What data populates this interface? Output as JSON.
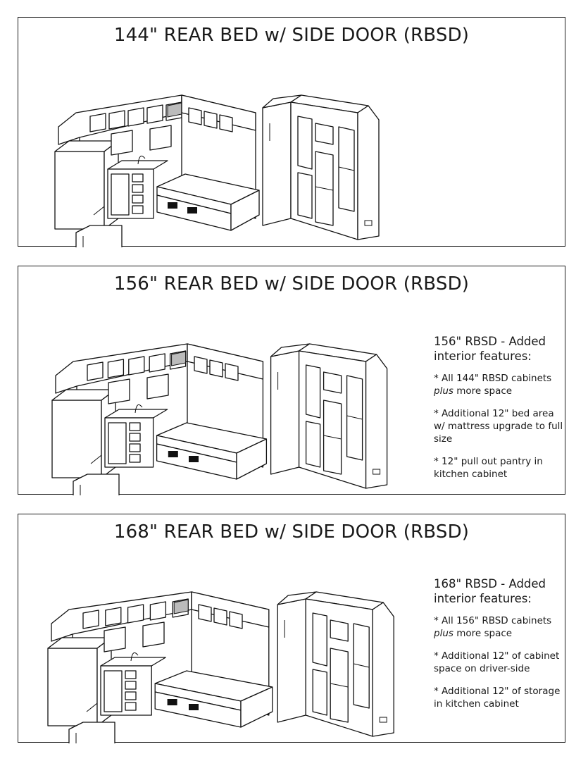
{
  "panels": [
    {
      "title": "144\" REAR BED w/ SIDE DOOR (RBSD)"
    },
    {
      "title": "156\" REAR BED w/ SIDE DOOR (RBSD)",
      "features_title": "156\" RBSD - Added interior features:",
      "notes": [
        {
          "text": "* All 144\" RBSD cabinets ",
          "em": "plus",
          "rest": " more space"
        },
        {
          "text": "* Additional 12\" bed area w/ mattress upgrade to full size"
        },
        {
          "text": "* 12\" pull out pantry in kitchen cabinet"
        }
      ]
    },
    {
      "title": "168\" REAR BED w/ SIDE DOOR (RBSD)",
      "features_title": "168\" RBSD - Added interior features:",
      "notes": [
        {
          "text": "* All 156\" RBSD cabinets ",
          "em": "plus",
          "rest": " more space"
        },
        {
          "text": "*  Additional 12\" of cabinet space on driver-side"
        },
        {
          "text": "* Additional 12\" of storage in kitchen cabinet"
        }
      ]
    }
  ]
}
